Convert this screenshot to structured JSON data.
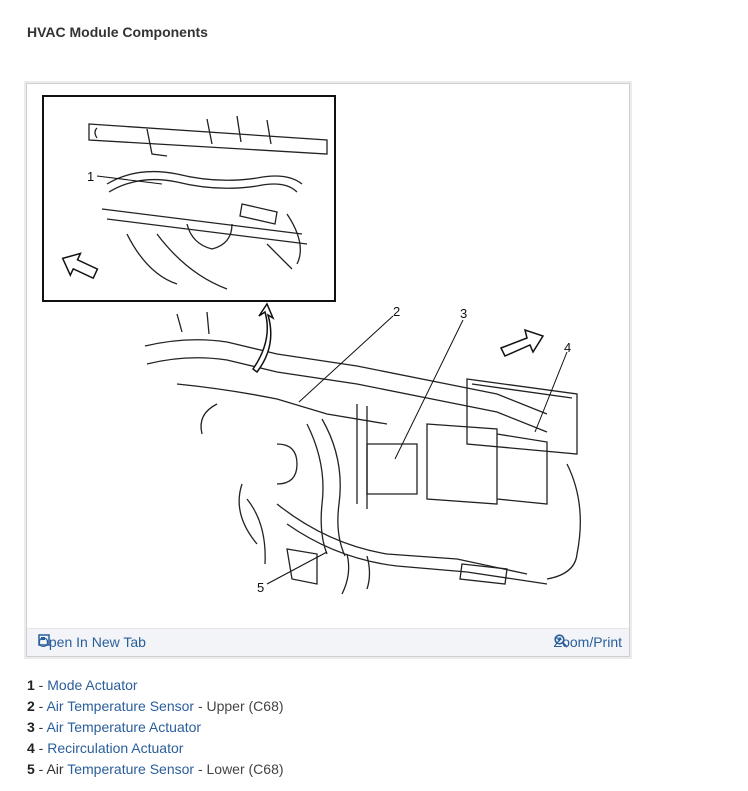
{
  "page_title": "HVAC Module Components",
  "figure": {
    "callouts": [
      "1",
      "2",
      "3",
      "4",
      "5"
    ],
    "open_label": "Open In New Tab",
    "zoom_label": "Zoom/Print"
  },
  "legend": [
    {
      "num": "1",
      "sep": " - ",
      "link": "Mode Actuator",
      "suffix": ""
    },
    {
      "num": "2",
      "sep": " - ",
      "link": "Air Temperature Sensor",
      "suffix": " - Upper (C68)"
    },
    {
      "num": "3",
      "sep": " - ",
      "link": "Air Temperature Actuator",
      "suffix": ""
    },
    {
      "num": "4",
      "sep": " - ",
      "link": "Recirculation Actuator",
      "suffix": ""
    },
    {
      "num": "5",
      "sep": " - Air ",
      "link": "Temperature Sensor",
      "suffix": " - Lower (C68)"
    }
  ],
  "colors": {
    "link": "#2a5e9b",
    "toolbar_bg": "#f3f4f7"
  }
}
